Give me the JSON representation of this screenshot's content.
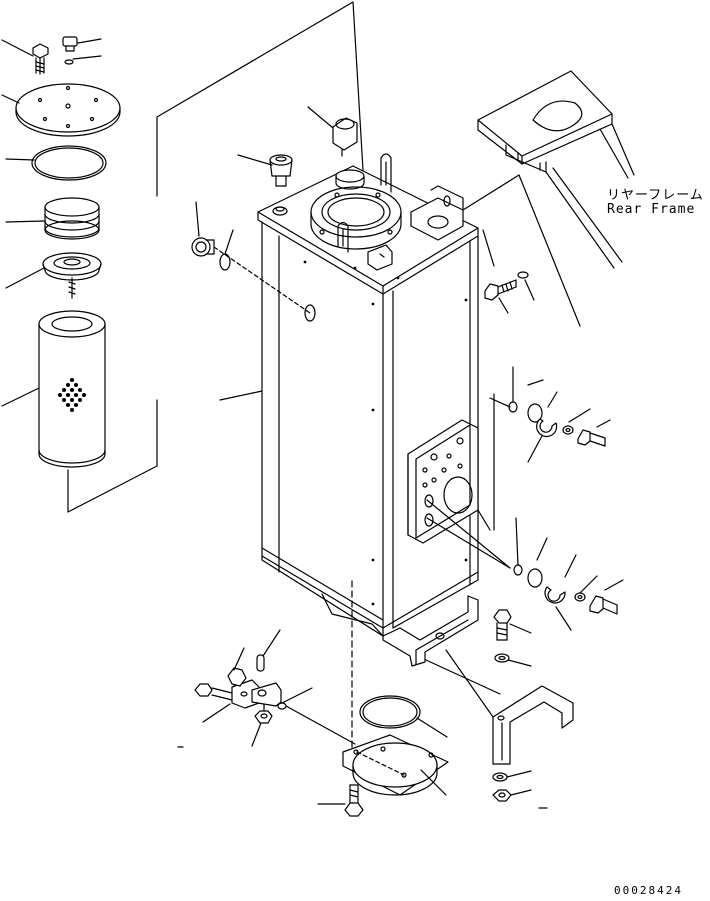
{
  "diagram": {
    "rear_frame_label_jp": "リヤーフレーム",
    "rear_frame_label_en": "Rear Frame",
    "drawing_code": "00028424"
  },
  "colors": {
    "ink": "#000000",
    "paper": "#ffffff"
  }
}
